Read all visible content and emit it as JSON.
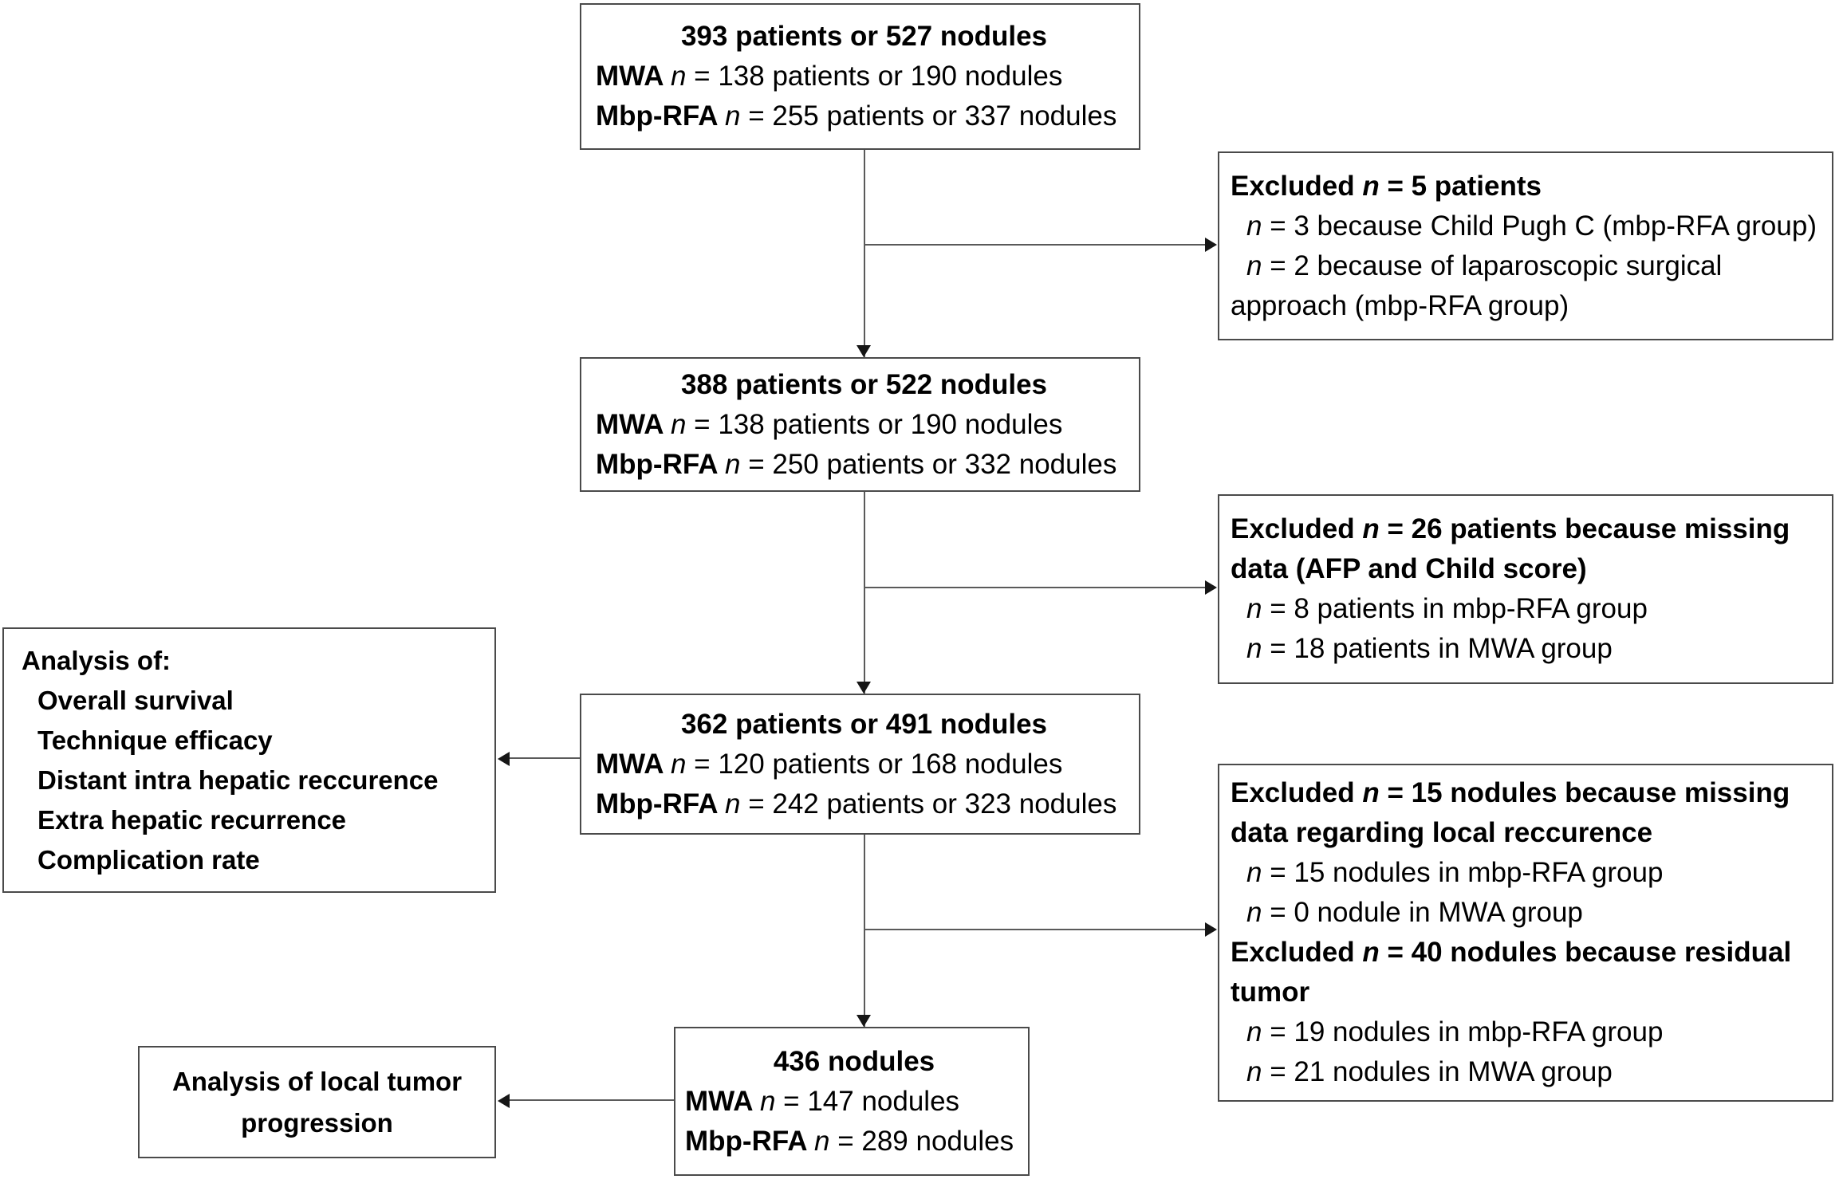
{
  "style": {
    "bg": "#ffffff",
    "text": "#000000",
    "border": "#4a4a4a",
    "line": "#5a5a5a",
    "arrow": "#161616"
  },
  "boxes": {
    "enrollment": {
      "lines": [
        {
          "align": "center",
          "segs": [
            {
              "t": "393 patients or 527 nodules",
              "b": 1
            }
          ]
        },
        {
          "segs": [
            {
              "t": "MWA ",
              "b": 1
            },
            {
              "t": "n",
              "i": 1
            },
            {
              "t": " = 138 patients or 190 nodules"
            }
          ]
        },
        {
          "segs": [
            {
              "t": "Mbp-RFA ",
              "b": 1
            },
            {
              "t": "n",
              "i": 1
            },
            {
              "t": " = 255 patients or 337 nodules"
            }
          ]
        }
      ]
    },
    "excluded_1": {
      "lines": [
        {
          "segs": [
            {
              "t": "Excluded ",
              "b": 1
            },
            {
              "t": "n",
              "b": 1,
              "i": 1
            },
            {
              "t": " = 5 patients",
              "b": 1
            }
          ]
        },
        {
          "indent": 1,
          "segs": [
            {
              "t": "n",
              "i": 1
            },
            {
              "t": " = 3 because Child Pugh C (mbp-RFA group)"
            }
          ]
        },
        {
          "indent": 1,
          "segs": [
            {
              "t": "n",
              "i": 1
            },
            {
              "t": " = 2 because of laparoscopic surgical"
            }
          ]
        },
        {
          "segs": [
            {
              "t": "approach (mbp-RFA group)"
            }
          ]
        }
      ]
    },
    "cohort_388": {
      "lines": [
        {
          "align": "center",
          "segs": [
            {
              "t": "388 patients or 522 nodules",
              "b": 1
            }
          ]
        },
        {
          "segs": [
            {
              "t": "MWA ",
              "b": 1
            },
            {
              "t": "n",
              "i": 1
            },
            {
              "t": " = 138 patients or 190 nodules"
            }
          ]
        },
        {
          "segs": [
            {
              "t": "Mbp-RFA ",
              "b": 1
            },
            {
              "t": "n",
              "i": 1
            },
            {
              "t": " = 250 patients or 332 nodules"
            }
          ]
        }
      ]
    },
    "excluded_2": {
      "lines": [
        {
          "segs": [
            {
              "t": "Excluded ",
              "b": 1
            },
            {
              "t": "n",
              "b": 1,
              "i": 1
            },
            {
              "t": " = 26 patients because missing",
              "b": 1
            }
          ]
        },
        {
          "segs": [
            {
              "t": "data (AFP and Child score)",
              "b": 1
            }
          ]
        },
        {
          "indent": 1,
          "segs": [
            {
              "t": "n",
              "i": 1
            },
            {
              "t": " = 8 patients in mbp-RFA group"
            }
          ]
        },
        {
          "indent": 1,
          "segs": [
            {
              "t": "n",
              "i": 1
            },
            {
              "t": " = 18 patients in MWA group"
            }
          ]
        }
      ]
    },
    "cohort_362": {
      "lines": [
        {
          "align": "center",
          "segs": [
            {
              "t": "362 patients or 491 nodules",
              "b": 1
            }
          ]
        },
        {
          "segs": [
            {
              "t": "MWA ",
              "b": 1
            },
            {
              "t": "n",
              "i": 1
            },
            {
              "t": " = 120 patients or 168 nodules"
            }
          ]
        },
        {
          "segs": [
            {
              "t": "Mbp-RFA ",
              "b": 1
            },
            {
              "t": "n",
              "i": 1
            },
            {
              "t": " = 242 patients or 323 nodules"
            }
          ]
        }
      ]
    },
    "analysis_outcomes": {
      "lines": [
        {
          "segs": [
            {
              "t": "Analysis of:",
              "b": 1
            }
          ]
        },
        {
          "indent": 1,
          "segs": [
            {
              "t": "Overall survival",
              "b": 1
            }
          ]
        },
        {
          "indent": 1,
          "segs": [
            {
              "t": "Technique efficacy",
              "b": 1
            }
          ]
        },
        {
          "indent": 1,
          "segs": [
            {
              "t": "Distant intra hepatic reccurence",
              "b": 1
            }
          ]
        },
        {
          "indent": 1,
          "segs": [
            {
              "t": "Extra hepatic recurrence",
              "b": 1
            }
          ]
        },
        {
          "indent": 1,
          "segs": [
            {
              "t": "Complication rate",
              "b": 1
            }
          ]
        }
      ]
    },
    "excluded_3": {
      "lines": [
        {
          "segs": [
            {
              "t": "Excluded ",
              "b": 1
            },
            {
              "t": "n",
              "b": 1,
              "i": 1
            },
            {
              "t": " = 15 nodules because missing",
              "b": 1
            }
          ]
        },
        {
          "segs": [
            {
              "t": "data regarding local reccurence",
              "b": 1
            }
          ]
        },
        {
          "indent": 1,
          "segs": [
            {
              "t": "n",
              "i": 1
            },
            {
              "t": " = 15 nodules in mbp-RFA group"
            }
          ]
        },
        {
          "indent": 1,
          "segs": [
            {
              "t": "n",
              "i": 1
            },
            {
              "t": " = 0 nodule in MWA group"
            }
          ]
        },
        {
          "segs": [
            {
              "t": "Excluded ",
              "b": 1
            },
            {
              "t": "n",
              "b": 1,
              "i": 1
            },
            {
              "t": " = 40 nodules because residual",
              "b": 1
            }
          ]
        },
        {
          "segs": [
            {
              "t": "tumor",
              "b": 1
            }
          ]
        },
        {
          "indent": 1,
          "segs": [
            {
              "t": "n",
              "i": 1
            },
            {
              "t": " = 19 nodules in mbp-RFA group"
            }
          ]
        },
        {
          "indent": 1,
          "segs": [
            {
              "t": "n",
              "i": 1
            },
            {
              "t": " = 21 nodules in MWA group"
            }
          ]
        }
      ]
    },
    "cohort_436": {
      "lines": [
        {
          "align": "center",
          "segs": [
            {
              "t": "436 nodules",
              "b": 1
            }
          ]
        },
        {
          "segs": [
            {
              "t": "MWA ",
              "b": 1
            },
            {
              "t": "n",
              "i": 1
            },
            {
              "t": " = 147 nodules"
            }
          ]
        },
        {
          "segs": [
            {
              "t": "Mbp-RFA ",
              "b": 1
            },
            {
              "t": "n",
              "i": 1
            },
            {
              "t": " = 289 nodules"
            }
          ]
        }
      ]
    },
    "analysis_ltp": {
      "lines": [
        {
          "align": "center",
          "segs": [
            {
              "t": "Analysis of local tumor",
              "b": 1
            }
          ]
        },
        {
          "align": "center",
          "segs": [
            {
              "t": "progression",
              "b": 1
            }
          ]
        }
      ]
    }
  }
}
